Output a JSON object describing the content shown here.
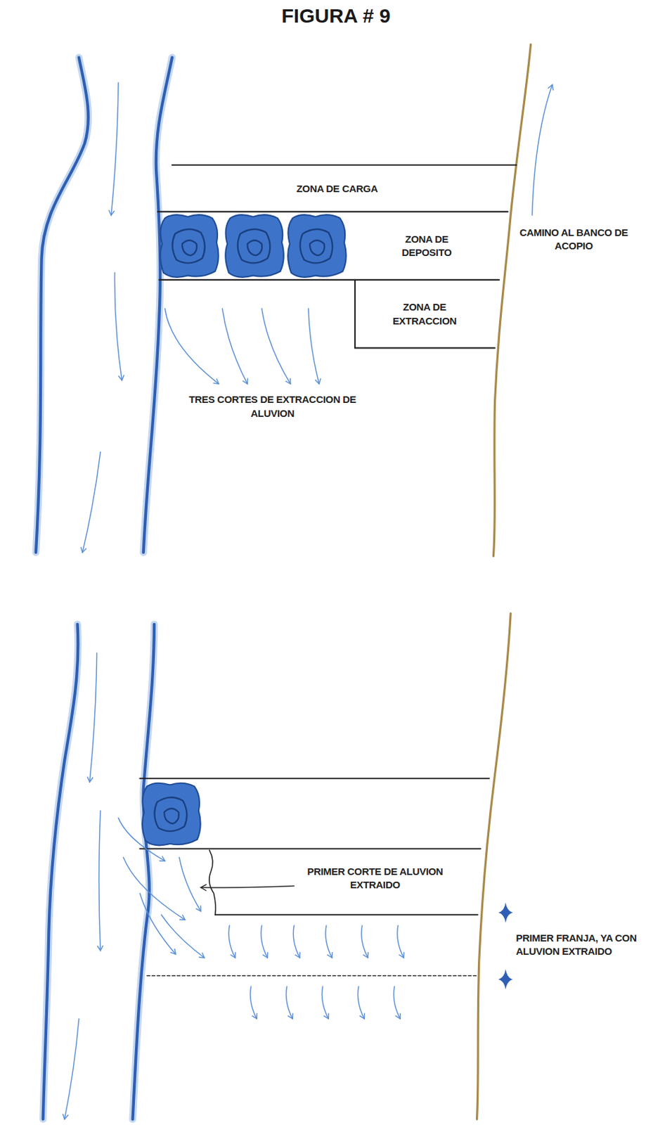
{
  "diagram": {
    "title": "FIGURA # 9",
    "nodes": [
      {
        "text": [
          "ZONA DE CARGA"
        ]
      },
      {
        "text": [
          "ZONA DE DEPOSITO"
        ]
      },
      {
        "text": [
          "ZONA DE EXTRACCION"
        ]
      }
    ],
    "labels": [
      "CAMINO AL BANCO DE ACOPIO",
      "TRES CORTES DE EXTRACCION DE ALUVION",
      "PRIMER CORTE DE ALUVION EXTRAIDO",
      "PRIMER FRANJA, YA CON ALUVION EXTRAIDO"
    ]
  }
}
